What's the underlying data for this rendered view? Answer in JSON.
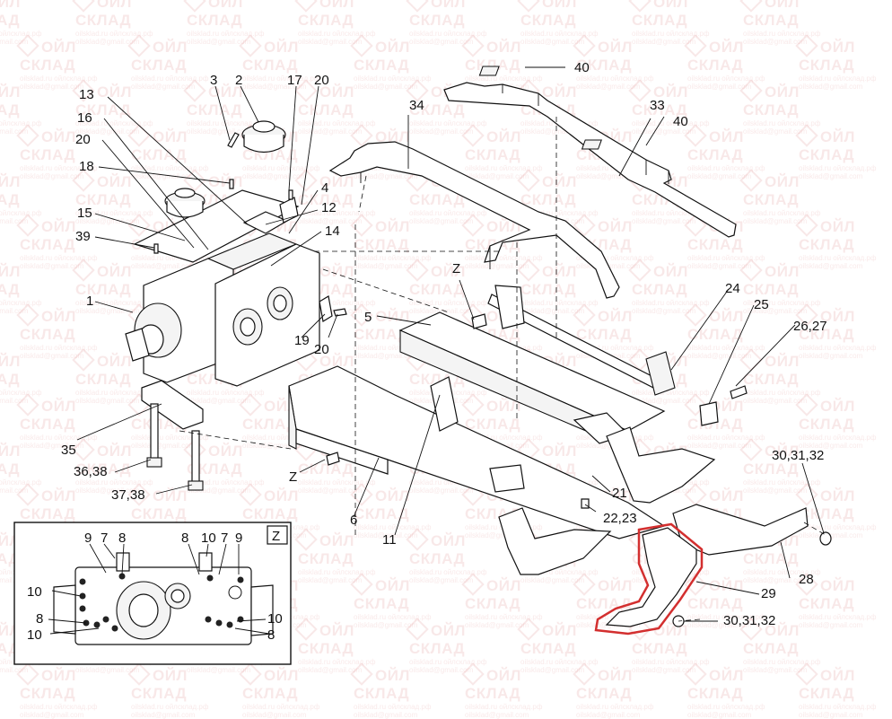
{
  "watermark": {
    "brand": "ОЙЛ СКЛАД",
    "site_line": "oilsklad.ru  ойлсклад.рф",
    "email_line": "oilsklad@gmail.com"
  },
  "detail_box": {
    "title": "Z"
  },
  "callouts": {
    "c40a": "40",
    "c40b": "40",
    "c34": "34",
    "c33": "33",
    "c3": "3",
    "c2": "2",
    "c17": "17",
    "c20a": "20",
    "c13": "13",
    "c16": "16",
    "c20b": "20",
    "c18": "18",
    "c4": "4",
    "c12": "12",
    "c14": "14",
    "c15": "15",
    "c39": "39",
    "c1": "1",
    "c19": "19",
    "c20c": "20",
    "cZ1": "Z",
    "c5": "5",
    "c24": "24",
    "c25": "25",
    "c2627": "26,27",
    "c35": "35",
    "c3638": "36,38",
    "c3738": "37,38",
    "cZ2": "Z",
    "c6": "6",
    "c21": "21",
    "c2223": "22,23",
    "c303132a": "30,31,32",
    "c11": "11",
    "c28": "28",
    "c29": "29",
    "c303132b": "30,31,32",
    "d9a": "9",
    "d7a": "7",
    "d8a": "8",
    "d8b": "8",
    "d10a": "10",
    "d7b": "7",
    "d9b": "9",
    "d10b": "10",
    "d8c": "8",
    "d10c": "10",
    "d10d": "10",
    "d8d": "8"
  },
  "colors": {
    "highlight": "#d32f2f",
    "watermark": "#c62828",
    "line": "#111111"
  }
}
